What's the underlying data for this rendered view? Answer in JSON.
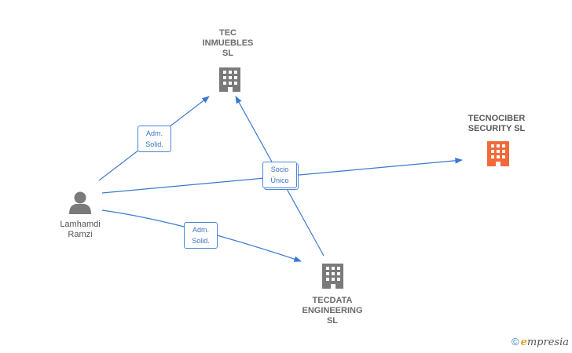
{
  "nodes": {
    "tec_inmuebles": {
      "label": "TEC\nINMUEBLES\nSL"
    },
    "tecnociber": {
      "label": "TECNOCIBER\nSECURITY  SL"
    },
    "tecdata": {
      "label": "TECDATA\nENGINEERING\nSL"
    },
    "lamhamdi": {
      "label": "Lamhamdi\nRamzi"
    }
  },
  "edges": {
    "adm_tec": "Adm.\nSolid.",
    "adm_tecdata": "Adm.\nSolid.",
    "socio": "Socio\nÚnico"
  },
  "colors": {
    "edge": "#3a78d0",
    "company": "#7a7a7a",
    "focus_company": "#f06a3a",
    "person": "#7a7a7a"
  },
  "brand": {
    "copyright": "©",
    "initial": "e",
    "name": "mpresia"
  }
}
